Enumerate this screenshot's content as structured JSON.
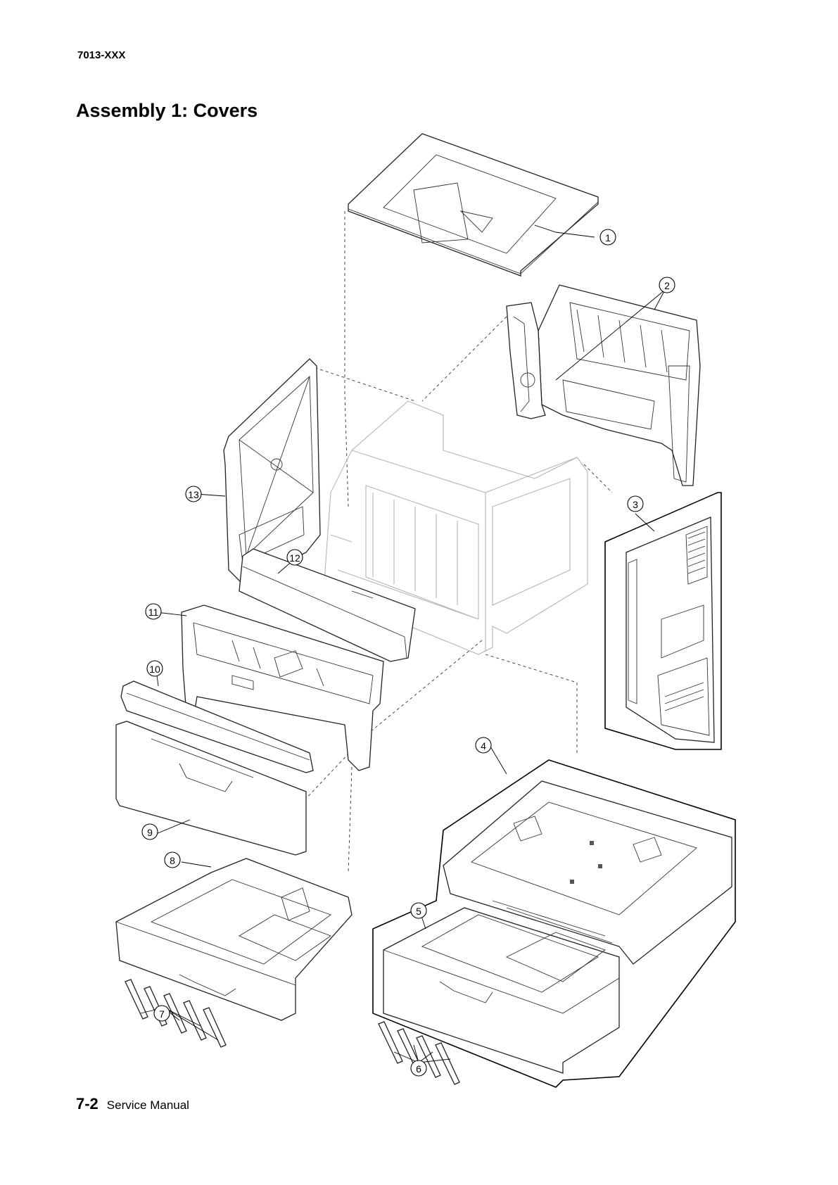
{
  "header": {
    "model": "7013-XXX",
    "title": "Assembly 1:  Covers"
  },
  "footer": {
    "page_number": "7-2",
    "manual": "Service Manual"
  },
  "callouts": [
    "1",
    "2",
    "3",
    "4",
    "5",
    "6",
    "7",
    "8",
    "9",
    "10",
    "11",
    "12",
    "13"
  ]
}
